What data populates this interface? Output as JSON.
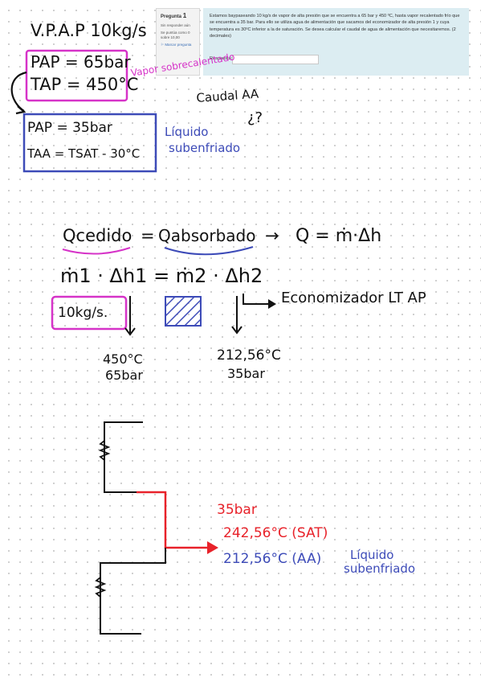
{
  "question": {
    "number_label": "Pregunta",
    "number": "1",
    "status": "Sin responder aún",
    "points": "Se puntúa como 0 sobre 10,00",
    "flag_label": "Marcar pregunta",
    "text": "Estamos baypaseando 10 kg/s de vapor de alta presión que se encuentra a 65 bar y 450 ºC, hasta vapor recalentado frío que se encuentra a 35 bar. Para ello se utiliza agua de alimentación que sacamos del economizador de alta presión 1 y cuya temperatura es 30ºC inferior a la de saturación. Se desea calcular el caudal de agua de alimentación que necesitaremos. (2 decimales)",
    "answer_label": "Respuesta:",
    "answer_value": ""
  },
  "notes": {
    "title": "V.P.A.P  10kg/s",
    "box1_line1": "PAP = 65bar",
    "box1_line2": "TAP = 450°C",
    "box1_note": "Vapor sobrecalentado",
    "caudal": "Caudal AA",
    "question_mark": "¿?",
    "box2_line1": "PAP = 35bar",
    "box2_line2": "TAA = TSAT - 30°C",
    "box2_note_1": "Líquido",
    "box2_note_2": "subenfriado",
    "eq1_left": "Qcedido",
    "eq1_eq": "=",
    "eq1_right": "Qabsorbado",
    "eq1_arrow": "→",
    "eq1_result": "Q = ṁ·Δh",
    "eq2": "ṁ1 · Δh1 =  ṁ2 · Δh2",
    "economizer": "Economizador LT AP",
    "flow_box": "10kg/s.",
    "left_col_1": "450°C",
    "left_col_2": "65bar",
    "right_col_1": "212,56°C",
    "right_col_2": "35bar",
    "red_1": "35bar",
    "red_2": "242,56°C (SAT)",
    "blue_1": "212,56°C (AA)",
    "blue_note_1": "Líquido",
    "blue_note_2": "subenfriado"
  }
}
